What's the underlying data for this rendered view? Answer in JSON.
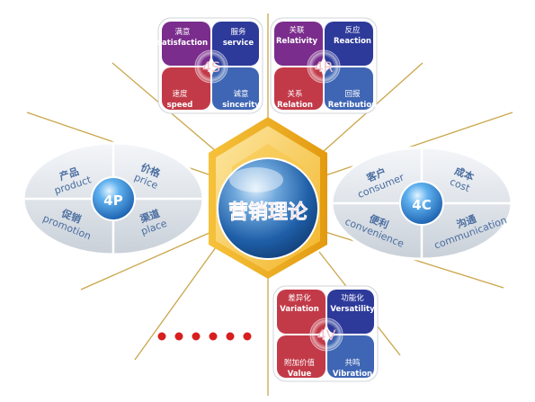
{
  "center": {
    "label": "营销理论"
  },
  "models": {
    "s4": {
      "title": "4S",
      "quadrants": [
        {
          "cn": "满意",
          "en": "satisfaction",
          "color": "#7a2d8c"
        },
        {
          "cn": "服务",
          "en": "service",
          "color": "#2d3a9a"
        },
        {
          "cn": "速度",
          "en": "speed",
          "color": "#c23a48"
        },
        {
          "cn": "诚意",
          "en": "sincerity",
          "color": "#3f66b4"
        }
      ]
    },
    "r4": {
      "title": "4R",
      "quadrants": [
        {
          "cn": "关联",
          "en": "Relativity",
          "color": "#7a2d8c"
        },
        {
          "cn": "反应",
          "en": "Reaction",
          "color": "#2d3a9a"
        },
        {
          "cn": "关系",
          "en": "Relation",
          "color": "#c23a48"
        },
        {
          "cn": "回报",
          "en": "Retribution",
          "color": "#3f66b4"
        }
      ]
    },
    "p4": {
      "title": "4P",
      "quadrants": [
        {
          "cn": "产品",
          "en": "product"
        },
        {
          "cn": "价格",
          "en": "price"
        },
        {
          "cn": "促销",
          "en": "promotion"
        },
        {
          "cn": "渠道",
          "en": "place"
        }
      ]
    },
    "c4": {
      "title": "4C",
      "quadrants": [
        {
          "cn": "客户",
          "en": "consumer"
        },
        {
          "cn": "成本",
          "en": "cost"
        },
        {
          "cn": "便利",
          "en": "convenience"
        },
        {
          "cn": "沟通",
          "en": "communication"
        }
      ]
    },
    "v4": {
      "title": "4V",
      "quadrants": [
        {
          "cn": "差异化",
          "en": "Variation",
          "color": "#c23a48"
        },
        {
          "cn": "功能化",
          "en": "Versatility",
          "color": "#2d3a9a"
        },
        {
          "cn": "附加价值",
          "en": "Value",
          "color": "#c23a48"
        },
        {
          "cn": "共鸣",
          "en": "Vibration",
          "color": "#3f66b4"
        }
      ]
    }
  },
  "more": {
    "dot_count": 6,
    "color": "#d81e1e"
  },
  "colors": {
    "hex_gold": "#f2b526",
    "sphere": "#2b6fb7",
    "center_text": "#d8141c",
    "ellipse": "#d9dde3",
    "ellipse_text": "#4a6da0",
    "spokes": "#c9a64a"
  }
}
